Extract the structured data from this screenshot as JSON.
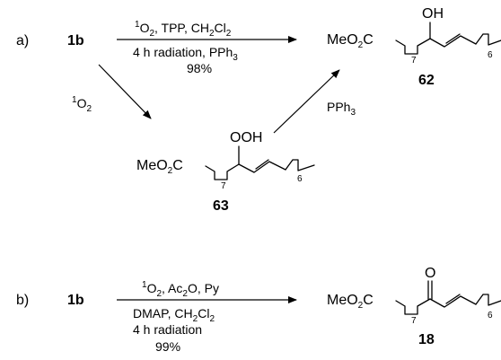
{
  "scheme_a": {
    "label": "a)",
    "start": "1b",
    "cond_top_1": "O",
    "cond_top_sup": "1",
    "cond_top_sub2": "2",
    "cond_top_rest": ", TPP, CH",
    "cond_top_sub2b": "2",
    "cond_top_cl": "Cl",
    "cond_top_sub2c": "2",
    "cond_bottom": "4 h radiation, PPh",
    "cond_bottom_sub": "3",
    "yield": "98%",
    "diag_reagent_sup": "1",
    "diag_reagent": "O",
    "diag_reagent_sub": "2",
    "pph3_reagent": "PPh",
    "pph3_sub": "3",
    "product": {
      "ester": "MeO",
      "ester_sub": "2",
      "ester_c": "C",
      "subscript_7": "7",
      "subscript_6": "6",
      "substituent": "OH",
      "number": "62"
    },
    "intermediate": {
      "ester": "MeO",
      "ester_sub": "2",
      "ester_c": "C",
      "subscript_7": "7",
      "subscript_6": "6",
      "substituent": "OOH",
      "number": "63"
    }
  },
  "scheme_b": {
    "label": "b)",
    "start": "1b",
    "cond_top_sup": "1",
    "cond_top_o": "O",
    "cond_top_sub2": "2",
    "cond_top_ac": ", Ac",
    "cond_top_sub2b": "2",
    "cond_top_rest": "O, Py",
    "cond_line2": "DMAP, CH",
    "cond_line2_sub": "2",
    "cond_line2_cl": "Cl",
    "cond_line2_sub2": "2",
    "cond_line3": "4 h radiation",
    "yield": "99%",
    "product": {
      "ester": "MeO",
      "ester_sub": "2",
      "ester_c": "C",
      "subscript_7": "7",
      "subscript_6": "6",
      "substituent": "O",
      "number": "18"
    }
  }
}
